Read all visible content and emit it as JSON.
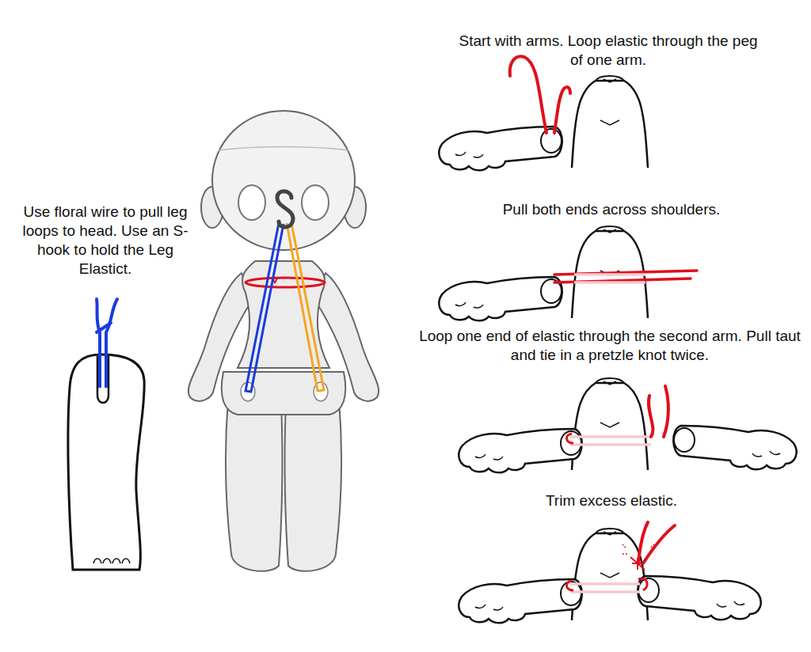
{
  "diagram": {
    "labels": [
      "Use floral wire to pull leg loops to head. Use an S-hook to hold the Leg Elastict.",
      "Start with arms. Loop elastic through the peg of one arm.",
      "Pull both ends across shoulders.",
      "Loop one end of elastic through the second arm. Pull taut and tie in a pretzle knot twice.",
      "Trim excess elastic."
    ]
  }
}
